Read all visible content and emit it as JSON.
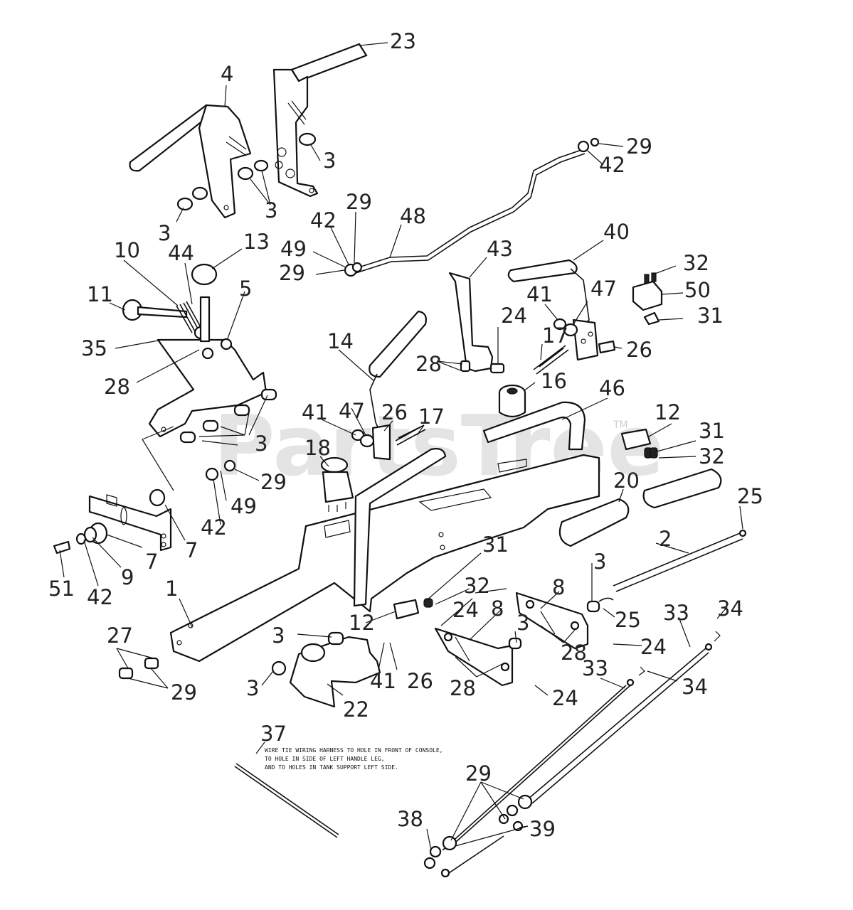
{
  "watermark": {
    "text": "PartsTree",
    "trademark": "TM"
  },
  "note": {
    "line1": "WIRE TIE WIRING HARNESS TO HOLE IN FRONT OF CONSOLE,",
    "line2": "TO HOLE IN SIDE OF LEFT HANDLE LEG,",
    "line3": "AND TO HOLES IN TANK SUPPORT LEFT SIDE."
  },
  "callouts": [
    {
      "id": "c23",
      "num": "23"
    },
    {
      "id": "c4",
      "num": "4"
    },
    {
      "id": "c3a",
      "num": "3"
    },
    {
      "id": "c3b",
      "num": "3"
    },
    {
      "id": "c3c",
      "num": "3"
    },
    {
      "id": "c29a",
      "num": "29"
    },
    {
      "id": "c42a",
      "num": "42"
    },
    {
      "id": "c29b",
      "num": "29"
    },
    {
      "id": "c48",
      "num": "48"
    },
    {
      "id": "c42b",
      "num": "42"
    },
    {
      "id": "c49a",
      "num": "49"
    },
    {
      "id": "c29c",
      "num": "29"
    },
    {
      "id": "c10",
      "num": "10"
    },
    {
      "id": "c44",
      "num": "44"
    },
    {
      "id": "c13",
      "num": "13"
    },
    {
      "id": "c40",
      "num": "40"
    },
    {
      "id": "c43",
      "num": "43"
    },
    {
      "id": "c32a",
      "num": "32"
    },
    {
      "id": "c11",
      "num": "11"
    },
    {
      "id": "c5",
      "num": "5"
    },
    {
      "id": "c41a",
      "num": "41"
    },
    {
      "id": "c47a",
      "num": "47"
    },
    {
      "id": "c50",
      "num": "50"
    },
    {
      "id": "c24a",
      "num": "24"
    },
    {
      "id": "c31a",
      "num": "31"
    },
    {
      "id": "c35",
      "num": "35"
    },
    {
      "id": "c14",
      "num": "14"
    },
    {
      "id": "c17a",
      "num": "17"
    },
    {
      "id": "c26a",
      "num": "26"
    },
    {
      "id": "c28a",
      "num": "28"
    },
    {
      "id": "c28b",
      "num": "28"
    },
    {
      "id": "c16",
      "num": "16"
    },
    {
      "id": "c46",
      "num": "46"
    },
    {
      "id": "c41b",
      "num": "41"
    },
    {
      "id": "c47b",
      "num": "47"
    },
    {
      "id": "c26b",
      "num": "26"
    },
    {
      "id": "c17b",
      "num": "17"
    },
    {
      "id": "c12a",
      "num": "12"
    },
    {
      "id": "c31b",
      "num": "31"
    },
    {
      "id": "c3d",
      "num": "3"
    },
    {
      "id": "c18",
      "num": "18"
    },
    {
      "id": "c32b",
      "num": "32"
    },
    {
      "id": "c29d",
      "num": "29"
    },
    {
      "id": "c20",
      "num": "20"
    },
    {
      "id": "c25a",
      "num": "25"
    },
    {
      "id": "c49b",
      "num": "49"
    },
    {
      "id": "c42c",
      "num": "42"
    },
    {
      "id": "c7a",
      "num": "7"
    },
    {
      "id": "c7b",
      "num": "7"
    },
    {
      "id": "c2",
      "num": "2"
    },
    {
      "id": "c31c",
      "num": "31"
    },
    {
      "id": "c3e",
      "num": "3"
    },
    {
      "id": "c51",
      "num": "51"
    },
    {
      "id": "c42d",
      "num": "42"
    },
    {
      "id": "c9",
      "num": "9"
    },
    {
      "id": "c1",
      "num": "1"
    },
    {
      "id": "c32c",
      "num": "32"
    },
    {
      "id": "c24b",
      "num": "24"
    },
    {
      "id": "c8a",
      "num": "8"
    },
    {
      "id": "c8b",
      "num": "8"
    },
    {
      "id": "c25b",
      "num": "25"
    },
    {
      "id": "c33a",
      "num": "33"
    },
    {
      "id": "c34a",
      "num": "34"
    },
    {
      "id": "c12b",
      "num": "12"
    },
    {
      "id": "c3f",
      "num": "3"
    },
    {
      "id": "c28c",
      "num": "28"
    },
    {
      "id": "c24c",
      "num": "24"
    },
    {
      "id": "c27",
      "num": "27"
    },
    {
      "id": "c3g",
      "num": "3"
    },
    {
      "id": "c41c",
      "num": "41"
    },
    {
      "id": "c26c",
      "num": "26"
    },
    {
      "id": "c28d",
      "num": "28"
    },
    {
      "id": "c33b",
      "num": "33"
    },
    {
      "id": "c3h",
      "num": "3"
    },
    {
      "id": "c29e",
      "num": "29"
    },
    {
      "id": "c22",
      "num": "22"
    },
    {
      "id": "c24d",
      "num": "24"
    },
    {
      "id": "c34b",
      "num": "34"
    },
    {
      "id": "c37",
      "num": "37"
    },
    {
      "id": "c29f",
      "num": "29"
    },
    {
      "id": "c38",
      "num": "38"
    },
    {
      "id": "c39",
      "num": "39"
    }
  ]
}
